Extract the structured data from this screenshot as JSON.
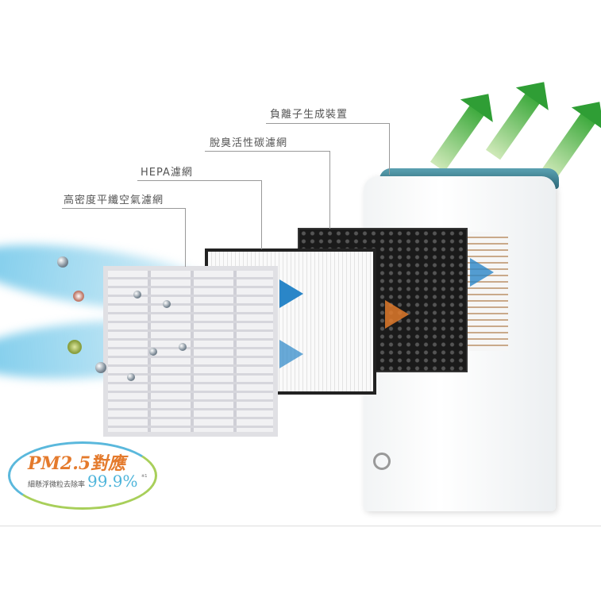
{
  "labels": {
    "ion_generator": "負離子生成裝置",
    "carbon_filter": "脫臭活性碳濾網",
    "hepa_filter": "HEPA濾網",
    "pre_filter": "高密度平纖空氣濾網"
  },
  "badge": {
    "title": "PM2.5對應",
    "subtitle": "細懸浮微粒去除率",
    "percent": "99.9%",
    "note": "※1"
  },
  "colors": {
    "accent_orange": "#e47a2c",
    "accent_blue": "#4db4da",
    "green_arrow": "#2f9e35"
  }
}
